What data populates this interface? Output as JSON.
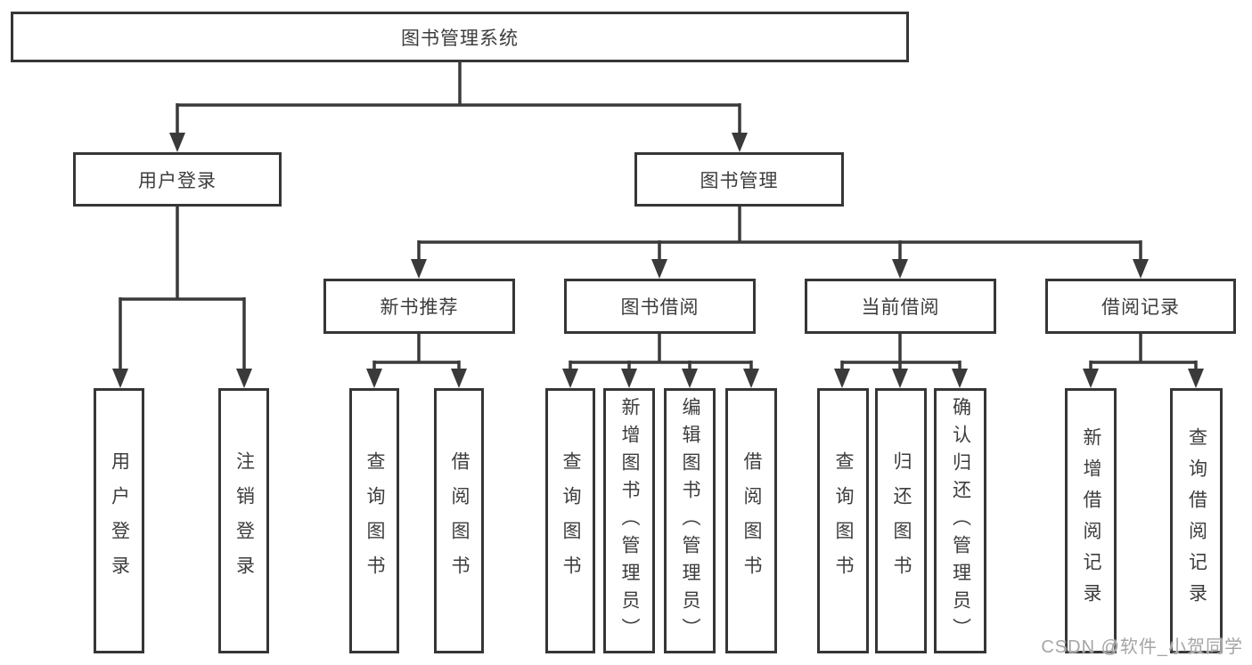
{
  "diagram": {
    "tree": {
      "label": "图书管理系统",
      "children": [
        {
          "label": "用户登录",
          "children": [
            {
              "label": "用户登录"
            },
            {
              "label": "注销登录"
            }
          ]
        },
        {
          "label": "图书管理",
          "children": [
            {
              "label": "新书推荐",
              "children": [
                {
                  "label": "查询图书"
                },
                {
                  "label": "借阅图书"
                }
              ]
            },
            {
              "label": "图书借阅",
              "children": [
                {
                  "label": "查询图书"
                },
                {
                  "label": "新增图书（管理员）"
                },
                {
                  "label": "编辑图书（管理员）"
                },
                {
                  "label": "借阅图书"
                }
              ]
            },
            {
              "label": "当前借阅",
              "children": [
                {
                  "label": "查询图书"
                },
                {
                  "label": "归还图书"
                },
                {
                  "label": "确认归还（管理员）"
                }
              ]
            },
            {
              "label": "借阅记录",
              "children": [
                {
                  "label": "新增借阅记录"
                },
                {
                  "label": "查询借阅记录"
                }
              ]
            }
          ]
        }
      ]
    },
    "line_color": "#3a3a3a"
  },
  "watermark": "CSDN @软件_小贺同学"
}
